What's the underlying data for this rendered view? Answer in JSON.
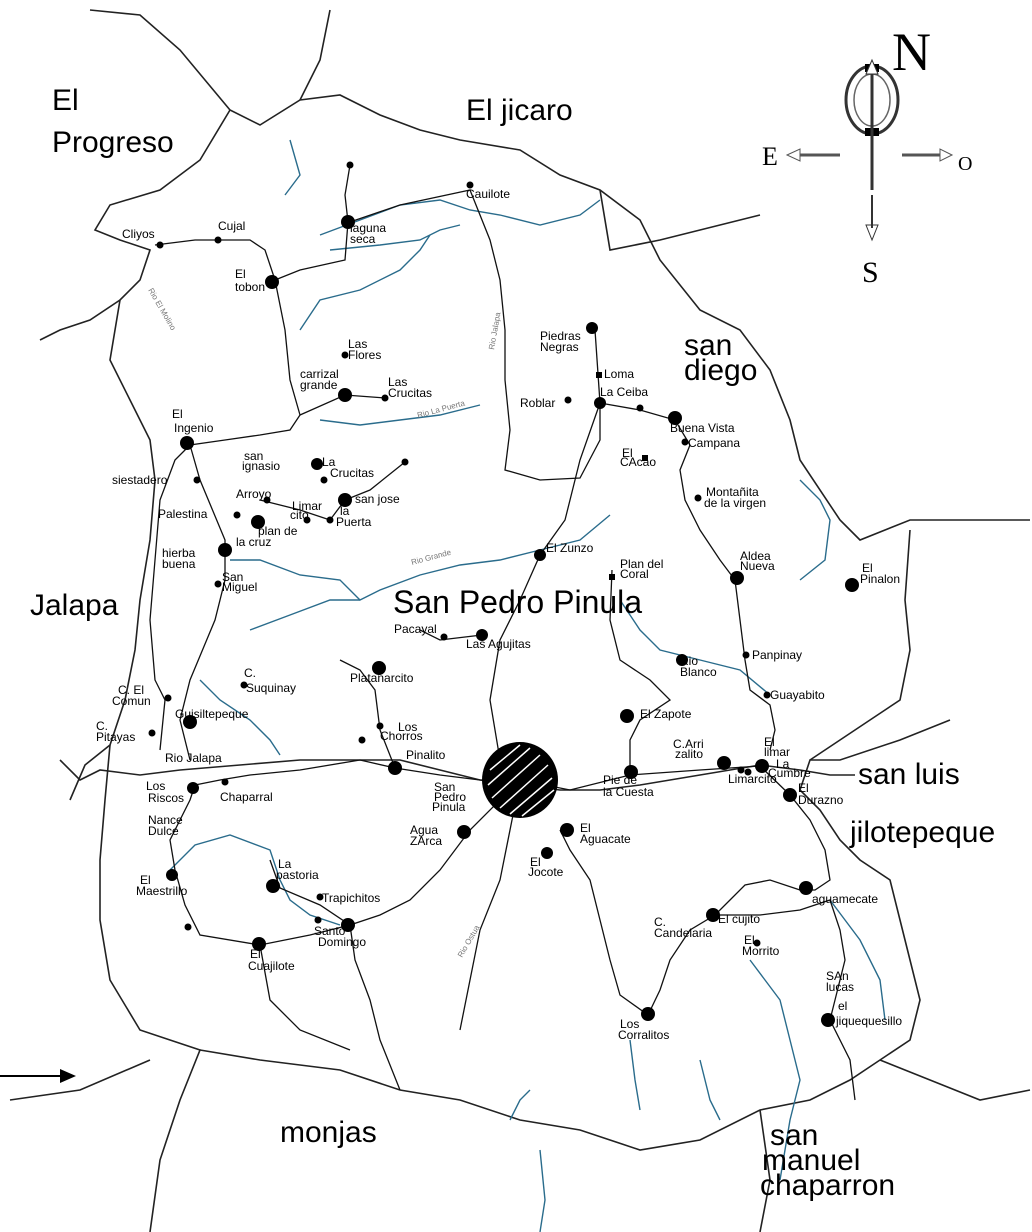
{
  "compass": {
    "north": "N",
    "south": "S",
    "east": "E",
    "west": "O"
  },
  "regions": {
    "el_progreso_1": "El",
    "el_progreso_2": "Progreso",
    "el_jicaro": "El jicaro",
    "san_diego_1": "san",
    "san_diego_2": "diego",
    "jalapa": "Jalapa",
    "san_pedro_pinula": "San Pedro Pinula",
    "san_luis": "san luis",
    "jilotepeque": "jilotepeque",
    "monjas": "monjas",
    "san_manuel_1": "san",
    "san_manuel_2": "manuel",
    "san_manuel_3": "chaparron"
  },
  "rivers": {
    "rio_el_molino": "Rio El Molino",
    "rio_jalapa_n": "Rio Jalapa",
    "rio_la_puerta": "Rio La Puerta",
    "rio_grande": "Rio Grande",
    "rio_jalapa": "Rio Jalapa",
    "rio_ostua": "Rio Ostua"
  },
  "places": {
    "cauilote": "Cauilote",
    "laguna": "laguna",
    "seca": "seca",
    "cuyos": "Cliyos",
    "cujal": "Cujal",
    "el_tobon_1": "El",
    "el_tobon_2": "tobon",
    "las_flores_1": "Las",
    "las_flores_2": "Flores",
    "carrizal_1": "carrizal",
    "carrizal_2": "grande",
    "las_crucitas_1": "Las",
    "las_crucitas_2": "Crucitas",
    "piedras_1": "Piedras",
    "piedras_2": "Negras",
    "loma": "Loma",
    "la_ceiba": "La Ceiba",
    "roblar": "Roblar",
    "buena_vista": "Buena Vista",
    "campana": "Campana",
    "el_cacao_1": "El",
    "el_cacao_2": "CAcao",
    "montanita_1": "Montañita",
    "montanita_2": "de la virgen",
    "el_ingenio_1": "El",
    "el_ingenio_2": "Ingenio",
    "san_ignasio_1": "san",
    "san_ignasio_2": "ignasio",
    "crucitas_1": "La",
    "crucitas_2": "Crucitas",
    "siestadero": "siestadero",
    "arroyo": "Arroyo",
    "limarcito_1": "Limar",
    "limarcito_2": "cito",
    "san_jose": "san jose",
    "la_puerta_1": "la",
    "la_puerta_2": "Puerta",
    "palestina": "Palestina",
    "plan_cruz_1": "plan de",
    "plan_cruz_2": "la cruz",
    "hierba_1": "hierba",
    "hierba_2": "buena",
    "san_miguel_1": "San",
    "san_miguel_2": "Miguel",
    "el_zunzo": "El Zunzo",
    "plan_coral_1": "Plan del",
    "plan_coral_2": "Coral",
    "aldea_nueva_1": "Aldea",
    "aldea_nueva_2": "Nueva",
    "el_pinalon_1": "El",
    "el_pinalon_2": "Pinalon",
    "pacayal": "Pacayal",
    "las_agujitas": "Las Agujitas",
    "panpinay": "Panpinay",
    "rio_blanco_1": "Rio",
    "rio_blanco_2": "Blanco",
    "guayabito": "Guayabito",
    "c_suquinay_1": "C.",
    "c_suquinay_2": "Suquinay",
    "c_el_comun_1": "C. El",
    "c_el_comun_2": "Comun",
    "guisiltepeque": "Guisiltepeque",
    "c_pitayas_1": "C.",
    "c_pitayas_2": "Pitayas",
    "platanarcito": "Platanarcito",
    "los_chorros_1": "Los",
    "los_chorros_2": "Chorros",
    "pinalito": "Pinalito",
    "el_zapote": "El Zapote",
    "c_arrizalito_1": "C.Arri",
    "c_arrizalito_2": "zalito",
    "el_limar_1": "El",
    "el_limar_2": "limar",
    "la_cumbre_1": "La",
    "la_cumbre_2": "Cumbre",
    "limarcito_b": "Limarcito",
    "el_durazno_1": "El",
    "el_durazno_2": "Durazno",
    "los_riscos_1": "Los",
    "los_riscos_2": "Riscos",
    "chaparral": "Chaparral",
    "sp_pinula_1": "San",
    "sp_pinula_2": "Pedro",
    "sp_pinula_3": "Pinula",
    "pie_cuesta_1": "Pie de",
    "pie_cuesta_2": "la Cuesta",
    "nance_1": "Nance",
    "nance_2": "Dulce",
    "agua_zarca_1": "Agua",
    "agua_zarca_2": "ZArca",
    "el_aguacate_1": "El",
    "el_aguacate_2": "Aguacate",
    "el_jocote_1": "El",
    "el_jocote_2": "Jocote",
    "el_maestrillo_1": "El",
    "el_maestrillo_2": "Maestrillo",
    "la_pastoria_1": "La",
    "la_pastoria_2": "pastoria",
    "trapichitos": "Trapichitos",
    "santo_domingo_1": "Santo",
    "santo_domingo_2": "Domingo",
    "el_cuajilote_1": "El",
    "el_cuajilote_2": "Cuajilote",
    "aguamecate": "aguamecate",
    "el_cujito": "El cujito",
    "candelaria_1": "C.",
    "candelaria_2": "Candelaria",
    "el_morrito_1": "El",
    "el_morrito_2": "Morrito",
    "san_lucas_1": "SAn",
    "san_lucas_2": "lucas",
    "jiquequesillo_1": "el",
    "jiquequesillo_2": "jiquequesillo",
    "los_corralitos_1": "Los",
    "los_corralitos_2": "Corralitos"
  }
}
